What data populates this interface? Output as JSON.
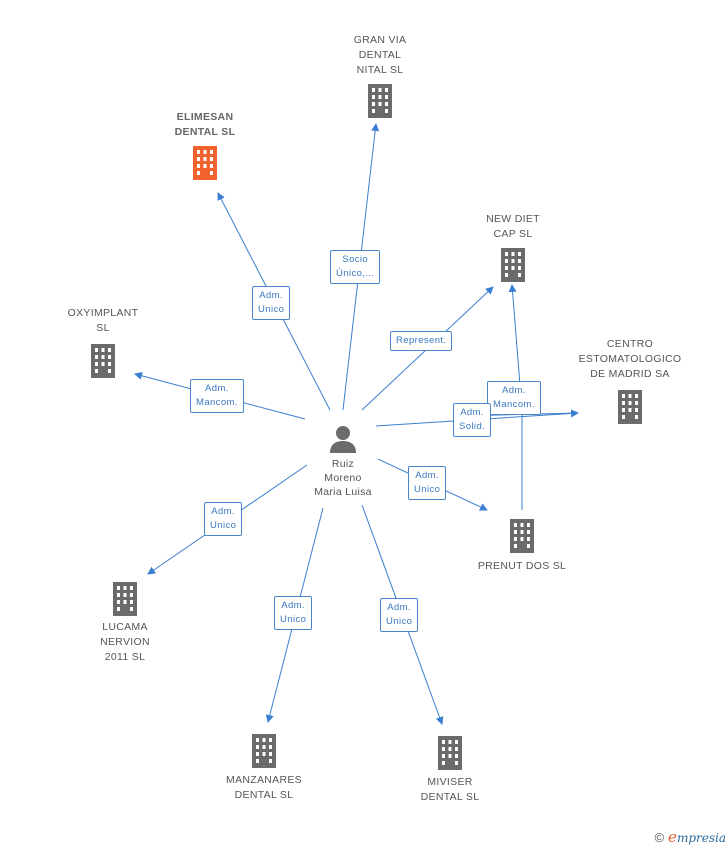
{
  "center": {
    "name": "Ruiz\nMoreno\nMaria Luisa"
  },
  "companies": {
    "elimesan": {
      "name": "ELIMESAN\nDENTAL SL"
    },
    "granvia": {
      "name": "GRAN VIA\nDENTAL\nNITAL SL"
    },
    "newdiet": {
      "name": "NEW DIET\nCAP SL"
    },
    "centro": {
      "name": "CENTRO\nESTOMATOLOGICO\nDE MADRID SA"
    },
    "prenut": {
      "name": "PRENUT DOS SL"
    },
    "oxyimplant": {
      "name": "OXYIMPLANT\nSL"
    },
    "lucama": {
      "name": "LUCAMA\nNERVION\n2011 SL"
    },
    "manzanares": {
      "name": "MANZANARES\nDENTAL SL"
    },
    "miviser": {
      "name": "MIVISER\nDENTAL SL"
    }
  },
  "edges": {
    "elimesan": "Adm.\nUnico",
    "granvia": "Socio\nÚnico,...",
    "newdiet": "Represent.",
    "centro_mancom": "Adm.\nMancom.",
    "centro_solid": "Adm.\nSolid.",
    "prenut": "Adm.\nUnico",
    "oxyimplant": "Adm.\nMancom.",
    "lucama": "Adm.\nUnico",
    "manzanares": "Adm.\nUnico",
    "miviser": "Adm.\nUnico"
  },
  "colors": {
    "main_company": "#f0622e",
    "company": "#6b6b6b",
    "edge": "#3a7fd0",
    "person": "#6b6b6b"
  },
  "footer": {
    "copyright": "©",
    "brand_initial": "e",
    "brand_rest": "mpresia"
  }
}
